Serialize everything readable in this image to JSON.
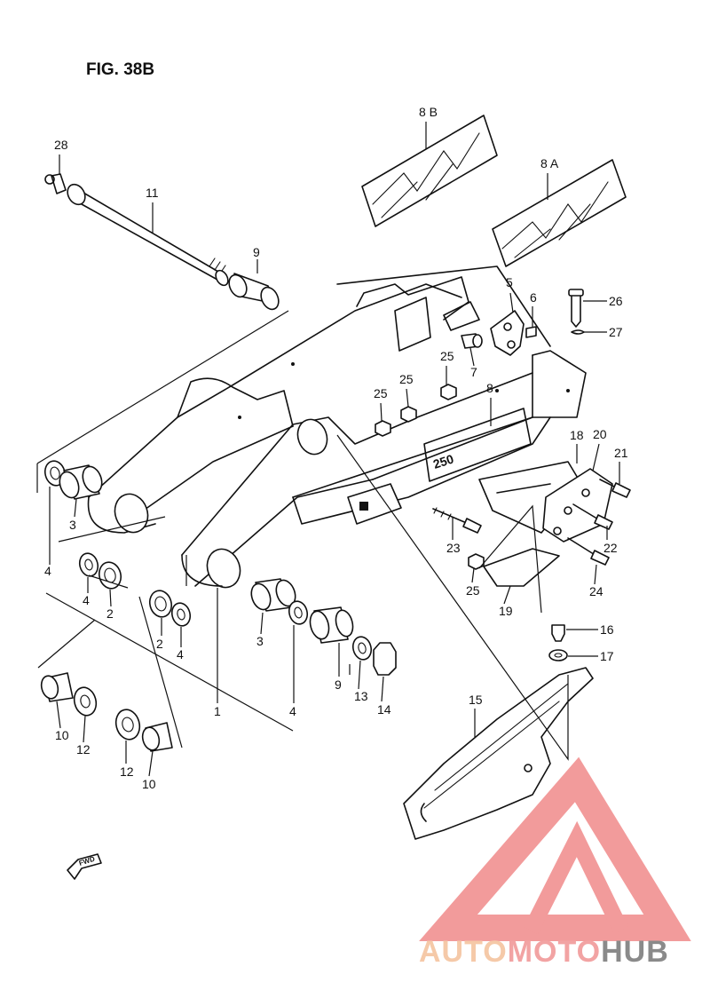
{
  "figure": {
    "title": "FIG. 38B"
  },
  "fwd_label": "FWD",
  "decal_text": "250",
  "watermark": {
    "brand_a": "AUTO",
    "brand_b": "MOTO",
    "brand_c": "HUB",
    "colors": {
      "auto": "#f5c9a8",
      "moto": "#f2a3a3",
      "hub": "#8a8a8a",
      "logo": "#f08a8a"
    }
  },
  "callouts": [
    {
      "id": "28",
      "text": "28"
    },
    {
      "id": "11",
      "text": "11"
    },
    {
      "id": "9a",
      "text": "9"
    },
    {
      "id": "8b",
      "text": "8 B"
    },
    {
      "id": "8a",
      "text": "8 A"
    },
    {
      "id": "5",
      "text": "5"
    },
    {
      "id": "6",
      "text": "6"
    },
    {
      "id": "26",
      "text": "26"
    },
    {
      "id": "27",
      "text": "27"
    },
    {
      "id": "7",
      "text": "7"
    },
    {
      "id": "25a",
      "text": "25"
    },
    {
      "id": "25b",
      "text": "25"
    },
    {
      "id": "25c",
      "text": "25"
    },
    {
      "id": "8",
      "text": "8"
    },
    {
      "id": "18",
      "text": "18"
    },
    {
      "id": "20",
      "text": "20"
    },
    {
      "id": "21",
      "text": "21"
    },
    {
      "id": "3a",
      "text": "3"
    },
    {
      "id": "23",
      "text": "23"
    },
    {
      "id": "22",
      "text": "22"
    },
    {
      "id": "4a",
      "text": "4"
    },
    {
      "id": "4b",
      "text": "4"
    },
    {
      "id": "2a",
      "text": "2"
    },
    {
      "id": "25d",
      "text": "25"
    },
    {
      "id": "24",
      "text": "24"
    },
    {
      "id": "19",
      "text": "19"
    },
    {
      "id": "2b",
      "text": "2"
    },
    {
      "id": "4c",
      "text": "4"
    },
    {
      "id": "3b",
      "text": "3"
    },
    {
      "id": "16",
      "text": "16"
    },
    {
      "id": "17",
      "text": "17"
    },
    {
      "id": "9b",
      "text": "9"
    },
    {
      "id": "13",
      "text": "13"
    },
    {
      "id": "14",
      "text": "14"
    },
    {
      "id": "1",
      "text": "1"
    },
    {
      "id": "4d",
      "text": "4"
    },
    {
      "id": "15",
      "text": "15"
    },
    {
      "id": "10a",
      "text": "10"
    },
    {
      "id": "12a",
      "text": "12"
    },
    {
      "id": "12b",
      "text": "12"
    },
    {
      "id": "10b",
      "text": "10"
    }
  ]
}
